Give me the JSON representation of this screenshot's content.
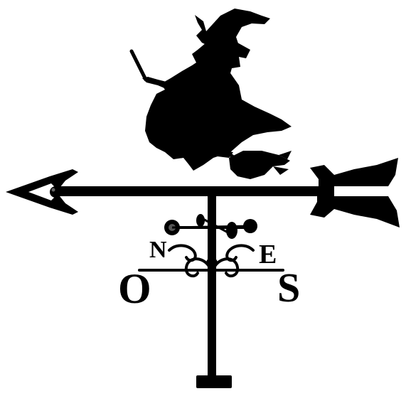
{
  "scene": {
    "background": "#ffffff",
    "ink": "#000000"
  },
  "compass": {
    "north": "N",
    "south": "S",
    "east": "E",
    "west": "O"
  }
}
